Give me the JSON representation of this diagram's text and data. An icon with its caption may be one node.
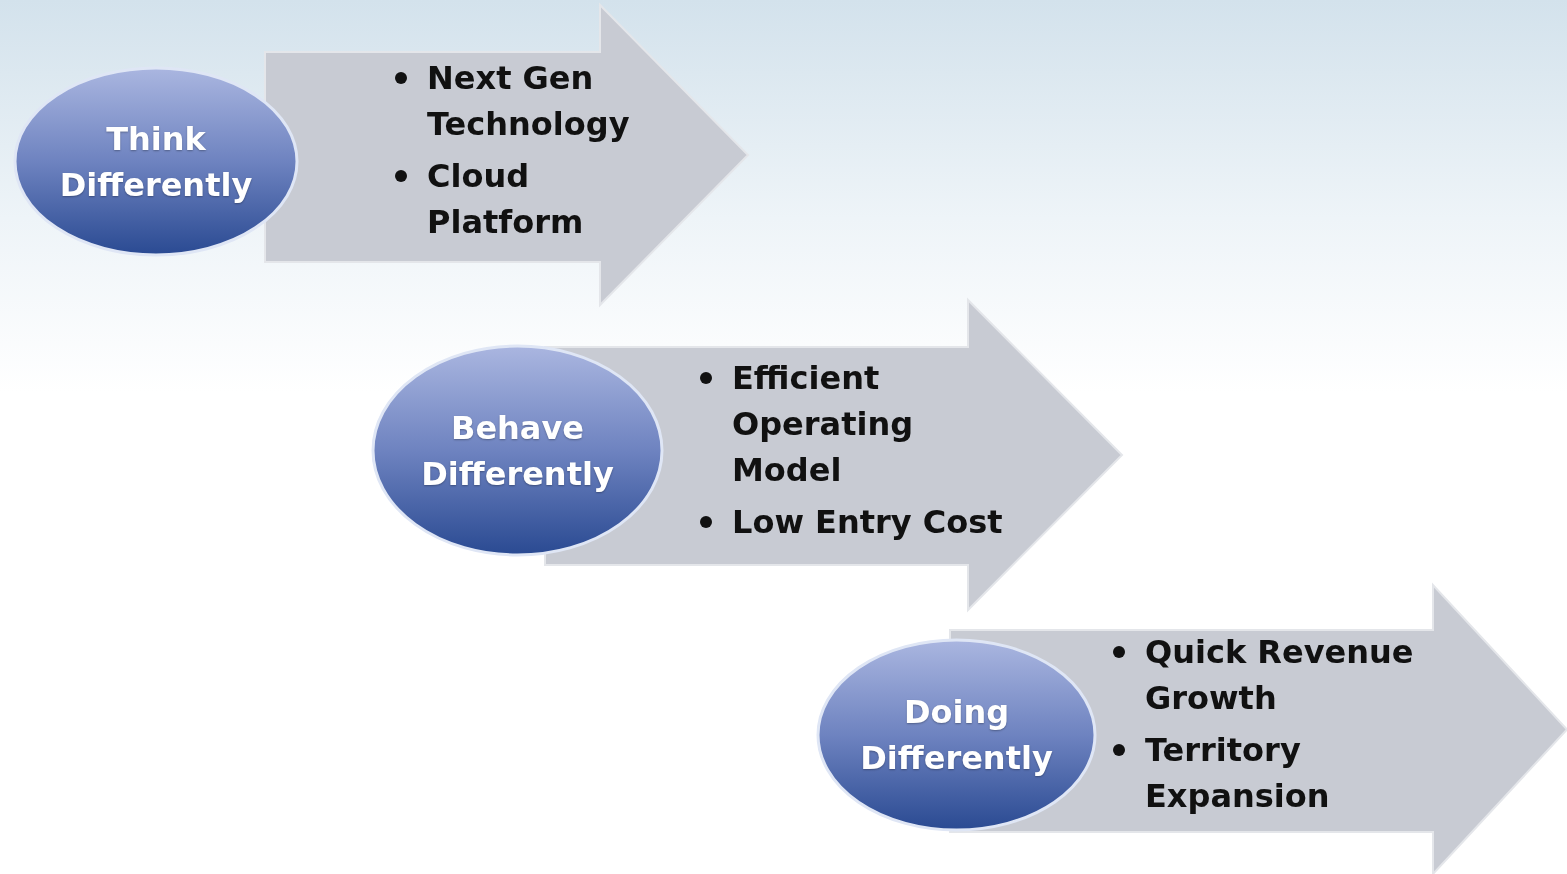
{
  "diagram": {
    "nodes": [
      {
        "text": [
          "Think Differently"
        ]
      },
      {
        "text": [
          "Next Gen Technology",
          "Cloud Platform"
        ]
      },
      {
        "text": [
          "Behave Differently"
        ]
      },
      {
        "text": [
          "Efficient Operating Model",
          "Low Entry Cost"
        ]
      },
      {
        "text": [
          "Doing Differently"
        ]
      },
      {
        "text": [
          "Quick Revenue Growth",
          "Territory Expansion"
        ]
      }
    ]
  }
}
